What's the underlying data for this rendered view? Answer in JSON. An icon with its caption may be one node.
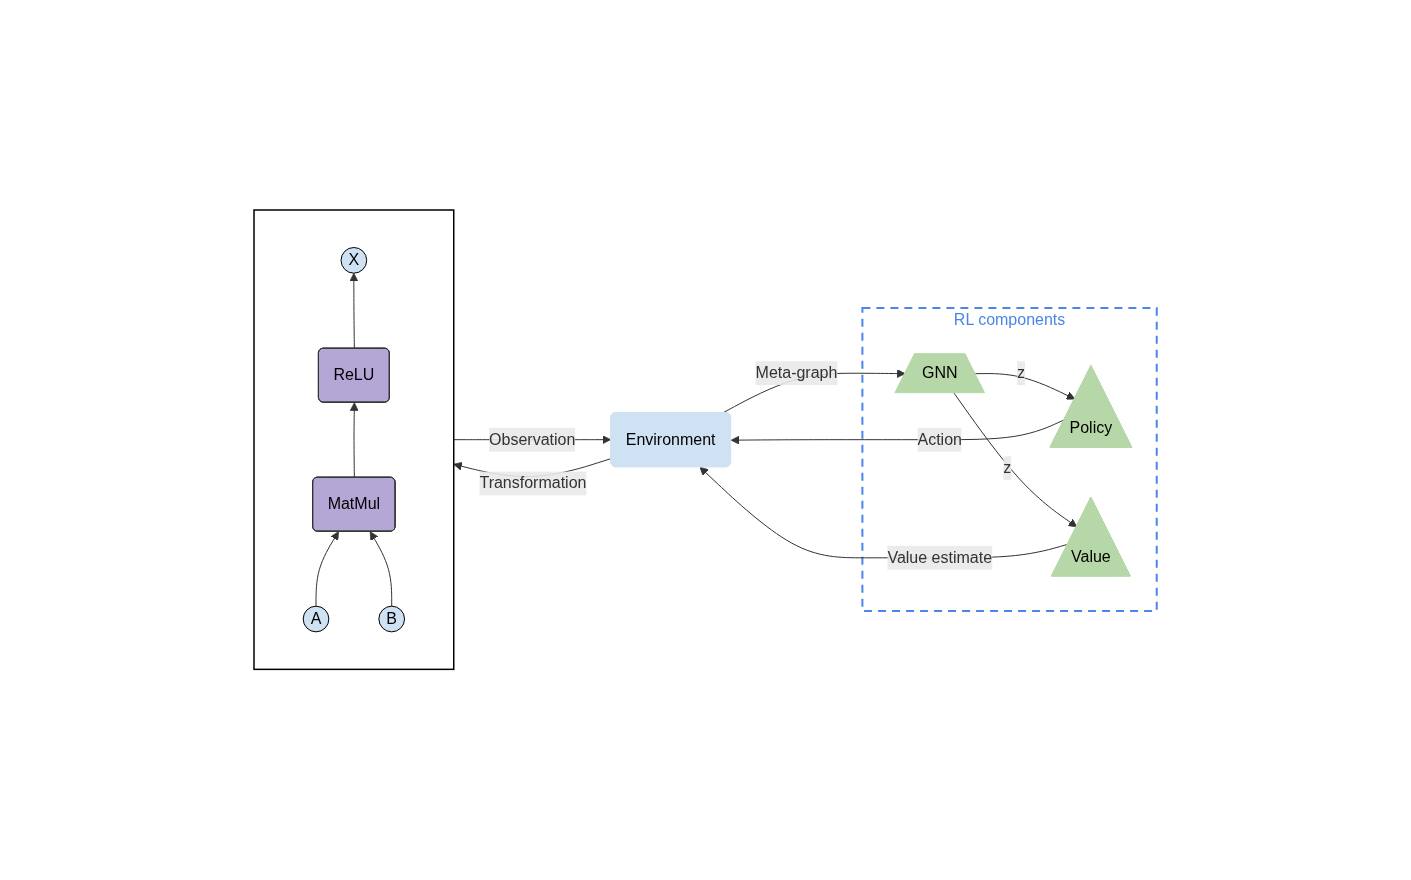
{
  "diagram": {
    "nodes": [
      {
        "text": [
          "RL components"
        ]
      },
      {
        "text": [
          "GNN"
        ],
        "in": 0
      },
      {
        "text": [
          "Policy"
        ],
        "in": 0
      },
      {
        "text": [
          "Value"
        ],
        "in": 0
      },
      {
        "text": [
          "Environment"
        ]
      },
      {
        "text": [],
        "shape": "box"
      },
      {
        "text": [
          "X"
        ],
        "in": 5
      },
      {
        "text": [
          "ReLU"
        ],
        "in": 5
      },
      {
        "text": [
          "MatMul"
        ],
        "in": 5
      },
      {
        "text": [
          "A"
        ],
        "in": 5
      },
      {
        "text": [
          "B"
        ],
        "in": 5
      }
    ],
    "edges": [
      {
        "from": 4,
        "to": 1,
        "arrow": "to",
        "label": "Meta-graph"
      },
      {
        "from": 1,
        "to": 2,
        "arrow": "to",
        "label": "z"
      },
      {
        "from": 1,
        "to": 3,
        "arrow": "to",
        "label": "z"
      },
      {
        "from": 2,
        "to": 4,
        "arrow": "to",
        "label": "Action"
      },
      {
        "from": 3,
        "to": 4,
        "arrow": "to",
        "label": "Value estimate"
      },
      {
        "from": 4,
        "to": 5,
        "arrow": "to",
        "label": "Transformation"
      },
      {
        "from": 5,
        "to": 4,
        "arrow": "to",
        "label": "Observation"
      },
      {
        "from": 9,
        "to": 8,
        "arrow": "to"
      },
      {
        "from": 10,
        "to": 8,
        "arrow": "to"
      },
      {
        "from": 8,
        "to": 7,
        "arrow": "to"
      },
      {
        "from": 7,
        "to": 6,
        "arrow": "to"
      }
    ]
  }
}
